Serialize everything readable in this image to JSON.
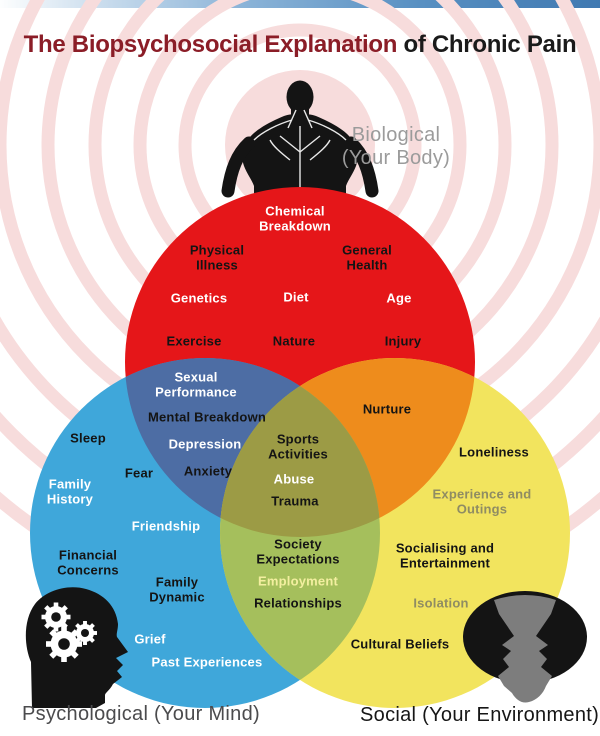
{
  "title": {
    "accent": "The Biopsychosocial Explanation",
    "rest": " of Chronic Pain"
  },
  "groups": {
    "biological": {
      "label": "Biological",
      "sublabel": "(Your Body)"
    },
    "psychological": {
      "label": "Psychological (Your Mind)"
    },
    "social": {
      "label": "Social (Your Environment)"
    }
  },
  "terms": {
    "chemical_breakdown": "Chemical Breakdown",
    "physical_illness": "Physical Illness",
    "general_health": "General Health",
    "genetics": "Genetics",
    "diet": "Diet",
    "age": "Age",
    "exercise": "Exercise",
    "nature": "Nature",
    "injury": "Injury",
    "sexual_performance": "Sexual Performance",
    "mental_breakdown": "Mental Breakdown",
    "depression": "Depression",
    "anxiety": "Anxiety",
    "nurture": "Nurture",
    "sports_activities": "Sports Activities",
    "abuse": "Abuse",
    "trauma": "Trauma",
    "sleep": "Sleep",
    "fear": "Fear",
    "family_history": "Family History",
    "friendship": "Friendship",
    "financial_concerns": "Financial Concerns",
    "family_dynamic": "Family Dynamic",
    "grief": "Grief",
    "past_experiences": "Past Experiences",
    "society_expectations": "Society Expectations",
    "employment": "Employment",
    "relationships": "Relationships",
    "loneliness": "Loneliness",
    "experience_outings": "Experience and Outings",
    "socialising": "Socialising and Entertainment",
    "isolation": "Isolation",
    "cultural_beliefs": "Cultural Beliefs"
  },
  "colors": {
    "biological": "#e51619",
    "psychological": "#3fa7da",
    "social": "#f2e45e",
    "bio_psych": "#4d6da4",
    "bio_social": "#ee8c1c",
    "psych_social": "#a5bf5c",
    "center": "#9c9b45",
    "ripple": "#f7dcdc",
    "title_accent": "#8b1d27",
    "topbar_blue": "#4079b1"
  },
  "icons": {
    "biological": "muscular-back-figure",
    "psychological": "head-with-gears",
    "social": "two-face-profiles"
  }
}
